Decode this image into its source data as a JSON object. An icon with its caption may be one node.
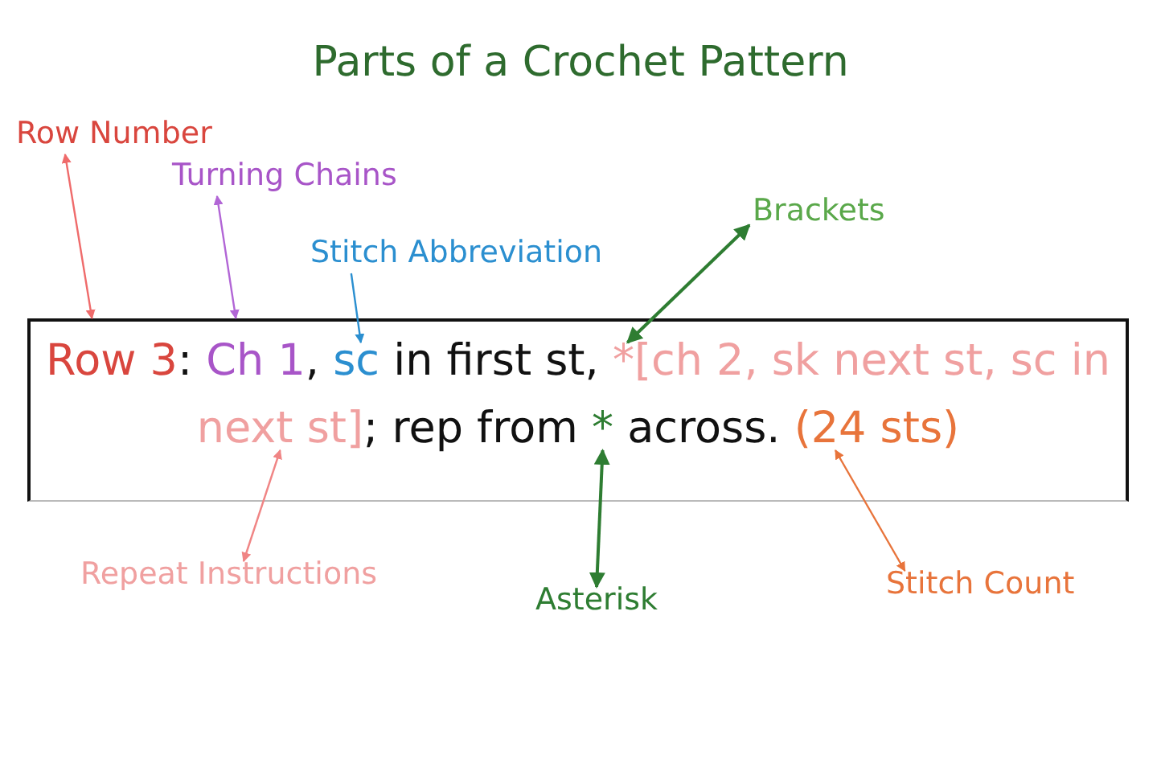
{
  "diagram": {
    "title": "Parts of a Crochet Pattern",
    "nodes": [
      {
        "text": [
          "Row Number"
        ]
      },
      {
        "text": [
          "Turning Chains"
        ]
      },
      {
        "text": [
          "Stitch Abbreviation"
        ]
      },
      {
        "text": [
          "Brackets"
        ]
      },
      {
        "text": [
          ":",
          ",",
          "in first st,",
          ";",
          "rep from",
          "across."
        ]
      },
      {
        "text": [
          "Row 3"
        ],
        "in": 4
      },
      {
        "text": [
          "Ch 1"
        ],
        "in": 4
      },
      {
        "text": [
          "sc"
        ],
        "in": 4
      },
      {
        "text": [
          "*[ch 2, sk next st, sc in next st]"
        ],
        "in": 4
      },
      {
        "text": [
          "*"
        ],
        "in": 4
      },
      {
        "text": [
          "(24 sts)"
        ],
        "in": 4
      },
      {
        "text": [
          "Repeat Instructions"
        ]
      },
      {
        "text": [
          "Asterisk"
        ]
      },
      {
        "text": [
          "Stitch Count"
        ]
      }
    ],
    "edges": [
      {
        "from": 0,
        "to": 5,
        "arrow": "both",
        "color": "#ef6b6b"
      },
      {
        "from": 1,
        "to": 6,
        "arrow": "both",
        "color": "#b266d6"
      },
      {
        "from": 2,
        "to": 7,
        "arrow": "to",
        "color": "#2b8fd0"
      },
      {
        "from": 3,
        "to": 8,
        "arrow": "both",
        "color": "#2e7d32"
      },
      {
        "from": 11,
        "to": 8,
        "arrow": "both",
        "color": "#f08585"
      },
      {
        "from": 12,
        "to": 9,
        "arrow": "both",
        "color": "#2e7d32"
      },
      {
        "from": 13,
        "to": 10,
        "arrow": "both",
        "color": "#e8743b"
      }
    ]
  }
}
